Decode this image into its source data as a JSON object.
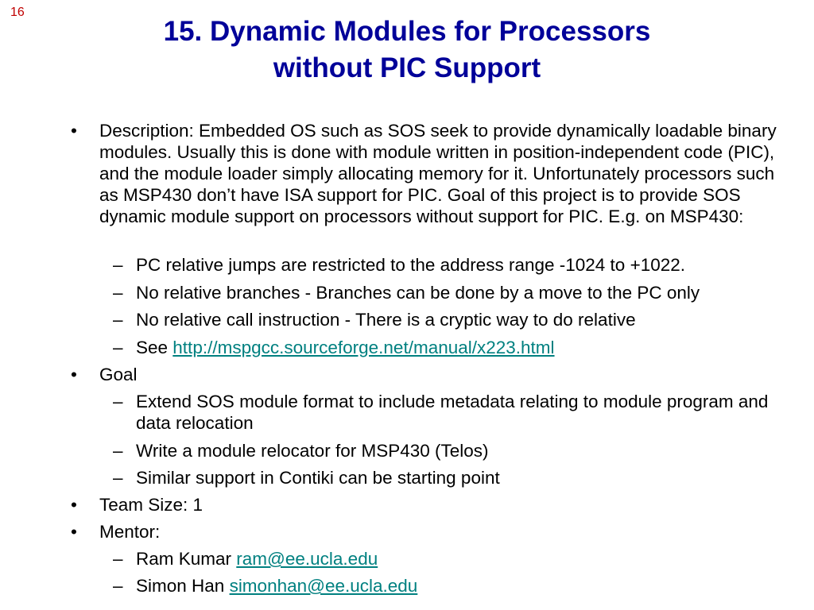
{
  "slide_number": "16",
  "title": {
    "line1": "15. Dynamic Modules for Processors",
    "line2": "without PIC Support"
  },
  "bullet_char": "•",
  "dash_char": "–",
  "description": {
    "label": "Description: Embedded OS such as SOS seek to provide dynamically loadable binary modules. Usually this is done with module written in position-independent code (PIC), and the module loader simply allocating memory for it. Unfortunately processors such as MSP430 don’t have ISA support for PIC. Goal of this project is to provide SOS dynamic module support on processors without support for PIC. E.g. on MSP430:",
    "sub": [
      "PC relative jumps are restricted to the address range -1024 to +1022.",
      "No relative branches - Branches can be done by a move to the PC only",
      "No relative call instruction - There is a cryptic way to do relative"
    ],
    "see_prefix": "See ",
    "see_link": "http://mspgcc.sourceforge.net/manual/x223.html"
  },
  "goal": {
    "label": "Goal",
    "sub": [
      "Extend SOS module format to include metadata relating to module program and data relocation",
      "Write a module relocator for MSP430 (Telos)",
      "Similar support in Contiki can be starting point"
    ]
  },
  "team_size": "Team Size: 1",
  "mentor": {
    "label": "Mentor:",
    "people": [
      {
        "name": "Ram Kumar ",
        "email": "ram@ee.ucla.edu"
      },
      {
        "name": "Simon Han ",
        "email": "simonhan@ee.ucla.edu"
      }
    ]
  },
  "colors": {
    "title": "#000099",
    "slide_number": "#c00000",
    "link": "#008080"
  }
}
